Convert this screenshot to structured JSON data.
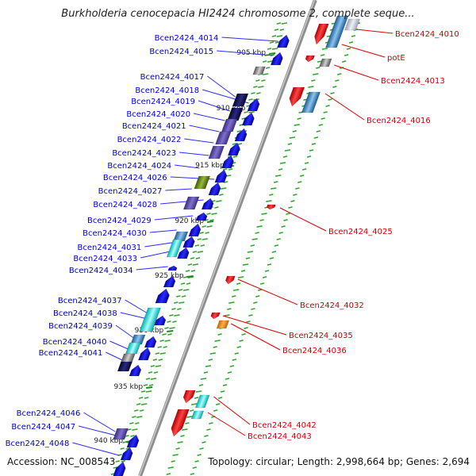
{
  "title": "Burkholderia cenocepacia HI2424 chromosome 2, complete seque...",
  "footer": {
    "accession": "Accession: NC_008543",
    "summary": "Topology: circular; Length: 2,998,664 bp; Genes: 2,694"
  },
  "colors": {
    "backbone": "#999999",
    "label_left": "#0000cc",
    "label_right": "#cc0000",
    "leader_left": "#2b2bff",
    "leader_right": "#e00000",
    "tick_minor": "#1f9a1f",
    "tick_major": "#1a8a1a",
    "tick_dot": "#2aa52a",
    "blue": "#1010e6",
    "navy": "#131350",
    "purple": "#5a4aa8",
    "cyan": "#19e6e6",
    "steel": "#3a86c6",
    "olive": "#6a8a1a",
    "grey": "#7a7a7a",
    "red": "#ee0000",
    "orange": "#ff8800"
  },
  "kbp_ticks": [
    "905 kbp",
    "910 kbp",
    "915 kbp",
    "920 kbp",
    "925 kbp",
    "930 kbp",
    "935 kbp",
    "940 kbp"
  ],
  "left_labels": [
    "Bcen2424_4014",
    "Bcen2424_4015",
    "Bcen2424_4017",
    "Bcen2424_4018",
    "Bcen2424_4019",
    "Bcen2424_4020",
    "Bcen2424_4021",
    "Bcen2424_4022",
    "Bcen2424_4023",
    "Bcen2424_4024",
    "Bcen2424_4026",
    "Bcen2424_4027",
    "Bcen2424_4028",
    "Bcen2424_4029",
    "Bcen2424_4030",
    "Bcen2424_4031",
    "Bcen2424_4033",
    "Bcen2424_4034",
    "Bcen2424_4037",
    "Bcen2424_4038",
    "Bcen2424_4039",
    "Bcen2424_4040",
    "Bcen2424_4041",
    "Bcen2424_4046",
    "Bcen2424_4047",
    "Bcen2424_4048"
  ],
  "right_labels": [
    "Bcen2424_4010",
    "potE",
    "Bcen2424_4013",
    "Bcen2424_4016",
    "Bcen2424_4025",
    "Bcen2424_4032",
    "Bcen2424_4035",
    "Bcen2424_4036",
    "Bcen2424_4042",
    "Bcen2424_4043"
  ]
}
